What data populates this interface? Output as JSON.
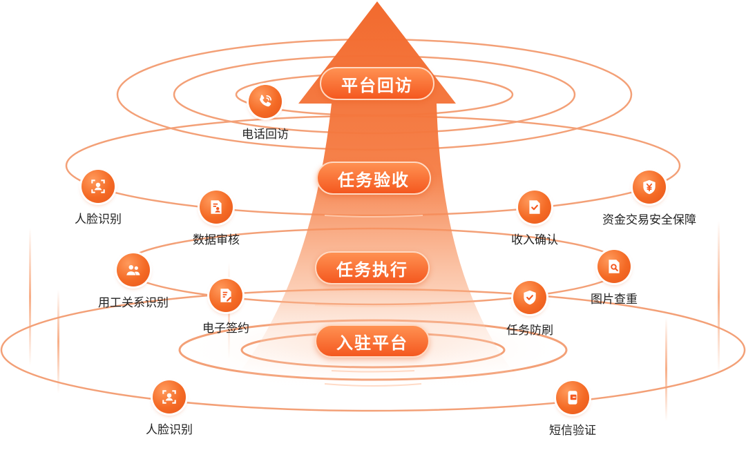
{
  "stages": [
    {
      "id": "platform-visit",
      "label": "平台回访"
    },
    {
      "id": "task-acceptance",
      "label": "任务验收"
    },
    {
      "id": "task-execution",
      "label": "任务执行"
    },
    {
      "id": "join-platform",
      "label": "入驻平台"
    }
  ],
  "features": {
    "phone_callback": {
      "label": "电话回访",
      "icon": "phone-icon"
    },
    "face_recognition_top": {
      "label": "人脸识别",
      "icon": "face-scan-icon"
    },
    "data_review": {
      "label": "数据审核",
      "icon": "document-user-icon"
    },
    "income_confirm": {
      "label": "收入确认",
      "icon": "document-check-icon"
    },
    "fund_security": {
      "label": "资金交易安全保障",
      "icon": "yen-shield-icon"
    },
    "employment_relation": {
      "label": "用工关系识别",
      "icon": "users-icon"
    },
    "e_signature": {
      "label": "电子签约",
      "icon": "document-pen-icon"
    },
    "task_anti_fraud": {
      "label": "任务防刷",
      "icon": "shield-check-icon"
    },
    "image_duplicate": {
      "label": "图片查重",
      "icon": "image-search-icon"
    },
    "face_recognition_bottom": {
      "label": "人脸识别",
      "icon": "face-scan-icon"
    },
    "sms_verification": {
      "label": "短信验证",
      "icon": "sms-phone-icon"
    }
  },
  "colors": {
    "accent": "#f4581f",
    "accent_light": "#ff9152",
    "ring": "#f3a077",
    "text": "#222222"
  }
}
